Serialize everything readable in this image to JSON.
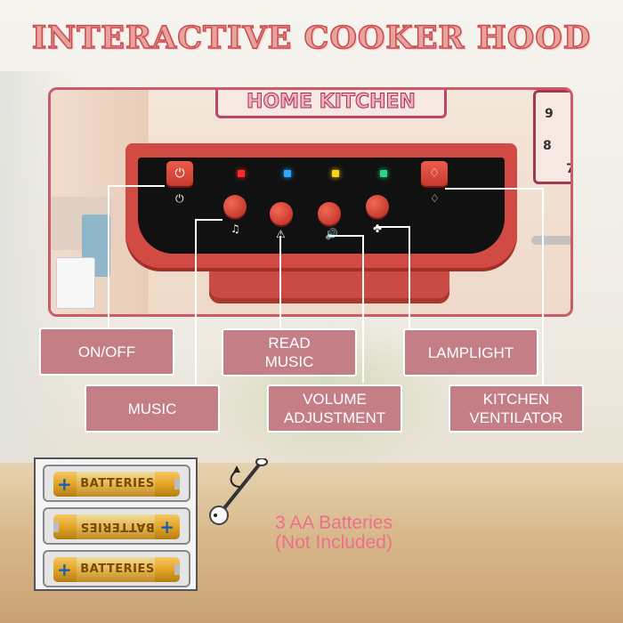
{
  "title": "INTERACTIVE COOKER HOOD",
  "photo": {
    "sign_text": "HOME KITCHEN",
    "clock_numbers": [
      "9",
      "8",
      "7"
    ]
  },
  "labels": {
    "on_off": "ON/OFF",
    "read_music_line1": "READ",
    "read_music_line2": "MUSIC",
    "lamplight": "LAMPLIGHT",
    "music": "MUSIC",
    "volume_line1": "VOLUME",
    "volume_line2": "ADJUSTMENT",
    "ventilator_line1": "KITCHEN",
    "ventilator_line2": "VENTILATOR"
  },
  "batteries": {
    "label": "BATTERIES",
    "note_line1": "3 AA Batteries",
    "note_line2": "(Not Included)"
  },
  "colors": {
    "accent": "#c47e86",
    "title_stroke": "#c84a52",
    "panel_red": "#d24a44",
    "note_pink": "#ee6f8a",
    "led_red": "#ff2a2a",
    "led_blue": "#2ea8ff",
    "led_yellow": "#ffd21a",
    "led_green": "#2bd486"
  },
  "icons": [
    "power-icon",
    "music-note-icon",
    "warning-triangle-icon",
    "speaker-volume-icon",
    "fan-icon",
    "lamp-icon",
    "screwdriver-icon"
  ]
}
